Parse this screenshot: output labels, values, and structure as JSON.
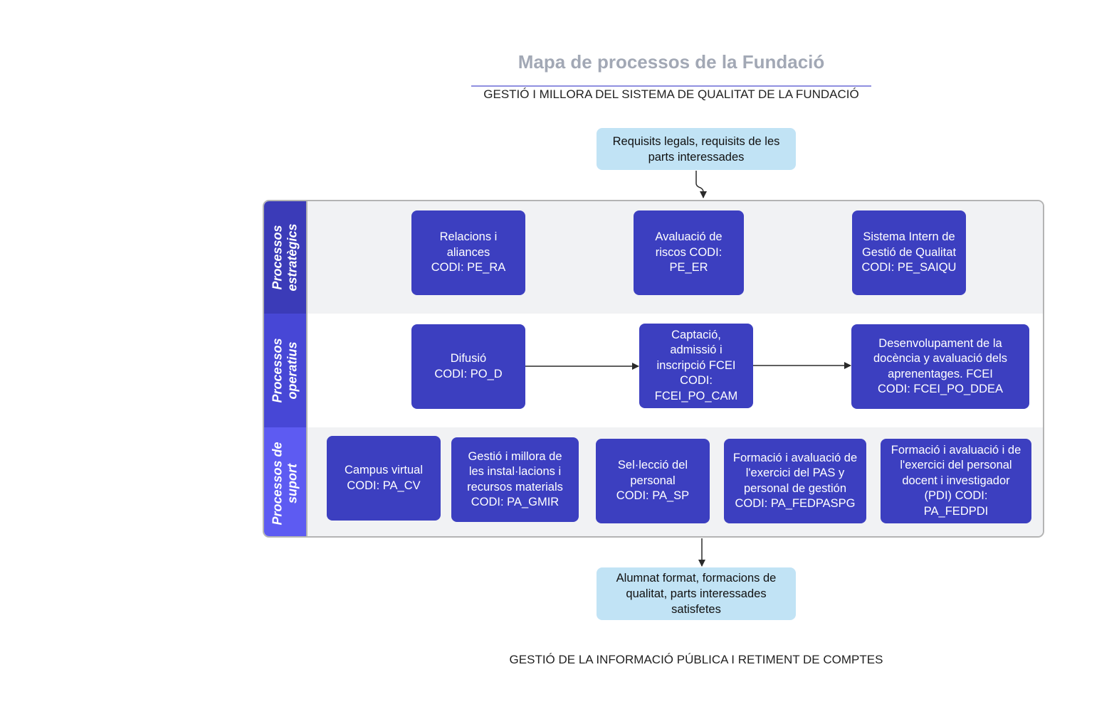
{
  "header": {
    "title": "Mapa de processos de la Fundació",
    "subtitle": "GESTIÓ I MILLORA DEL SISTEMA DE QUALITAT DE LA FUNDACIÓ"
  },
  "inputs": {
    "text": "Requisits legals, requisits de les parts interessades"
  },
  "outputs": {
    "text": "Alumnat format, formacions de qualitat, parts interessades satisfetes"
  },
  "footer": {
    "text": "GESTIÓ DE LA INFORMACIÓ PÚBLICA I RETIMENT DE COMPTES"
  },
  "colors": {
    "lane_strategic_header": "#3b3bb8",
    "lane_operative_header": "#4747d6",
    "lane_support_header": "#5d5bf2",
    "process_box": "#3c3fc0",
    "io_box": "#c1e3f5",
    "title": "#a2a8b5"
  },
  "lanes": [
    {
      "label": "Processos\nestratègics",
      "processes": [
        {
          "text": "Relacions i\naliances\nCODI:  PE_RA"
        },
        {
          "text": "Avaluació de\nriscos  CODI:\nPE_ER"
        },
        {
          "text": "Sistema Intern de\nGestió de Qualitat\nCODI:  PE_SAIQU"
        }
      ]
    },
    {
      "label": "Processos\noperatius",
      "processes": [
        {
          "text": "Difusió\nCODI: PO_D"
        },
        {
          "text": "Captació,\nadmissió i\ninscripció FCEI\nCODI:\nFCEI_PO_CAM"
        },
        {
          "text": "Desenvolupament de la\ndocència y avaluació dels\naprenentages. FCEI\nCODI: FCEI_PO_DDEA"
        }
      ]
    },
    {
      "label": "Processos de\nsuport",
      "processes": [
        {
          "text": "Campus virtual\nCODI: PA_CV"
        },
        {
          "text": "Gestió i millora de\nles instal·lacions i\nrecursos materials\nCODI: PA_GMIR"
        },
        {
          "text": "Sel·lecció del\npersonal\nCODI: PA_SP"
        },
        {
          "text": "Formació i avaluació de\nl'exercici del PAS y\npersonal de gestión\nCODI:  PA_FEDPASPG"
        },
        {
          "text": "Formació i avaluació i de\nl'exercici del personal\ndocent i investigador\n(PDI) CODI:\nPA_FEDPDI"
        }
      ]
    }
  ]
}
